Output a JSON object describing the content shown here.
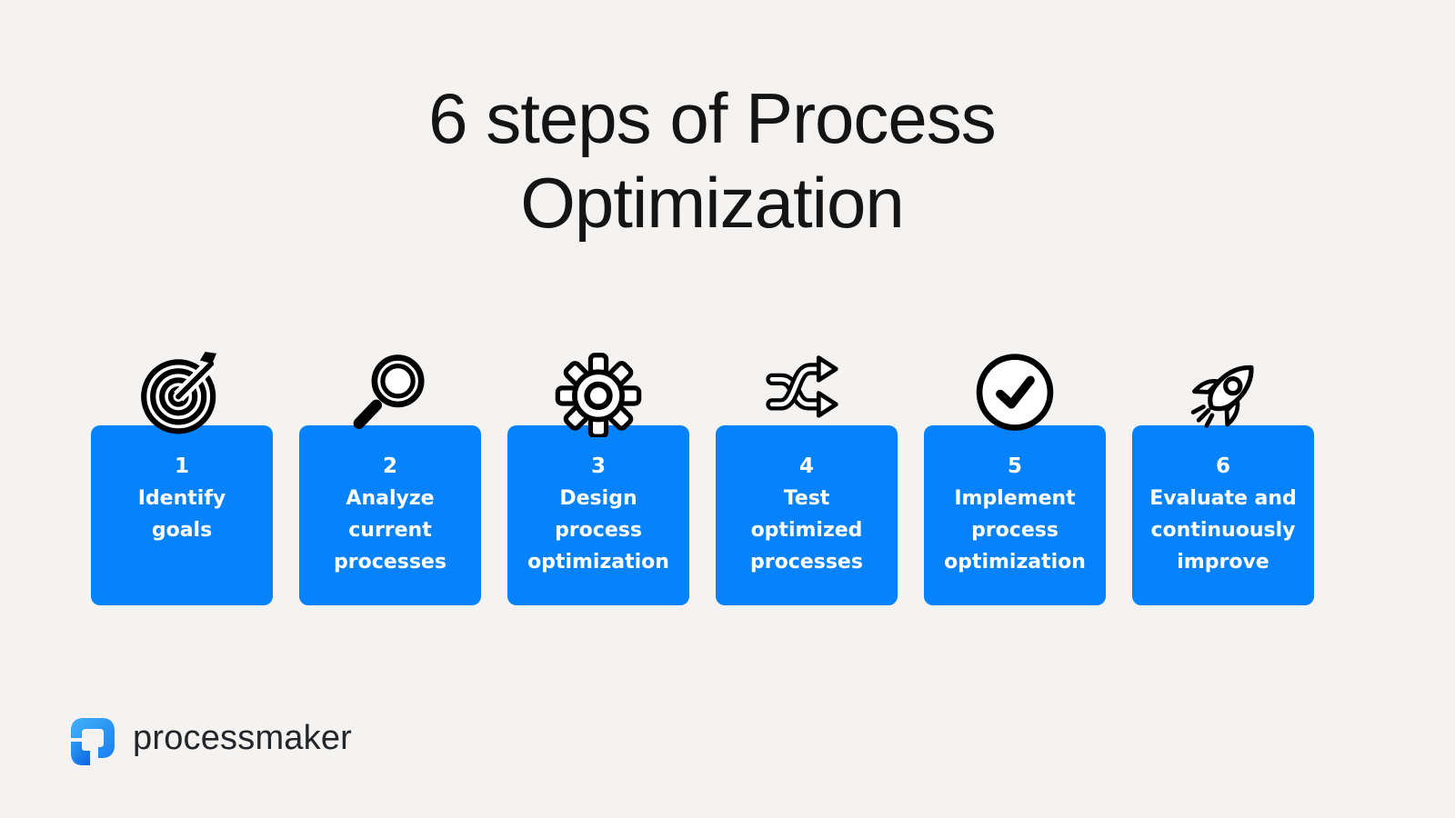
{
  "title": {
    "line1": "6 steps of Process",
    "line2": "Optimization"
  },
  "steps": [
    {
      "number": "1",
      "label": "Identify\ngoals",
      "icon": "target-icon"
    },
    {
      "number": "2",
      "label": "Analyze\ncurrent\nprocesses",
      "icon": "magnifier-icon"
    },
    {
      "number": "3",
      "label": "Design\nprocess\noptimization",
      "icon": "gear-icon"
    },
    {
      "number": "4",
      "label": "Test\noptimized\nprocesses",
      "icon": "shuffle-icon"
    },
    {
      "number": "5",
      "label": "Implement\nprocess\noptimization",
      "icon": "check-circle-icon"
    },
    {
      "number": "6",
      "label": "Evaluate and\ncontinuously\nimprove",
      "icon": "rocket-icon"
    }
  ],
  "branding": {
    "logo_text": "processmaker"
  },
  "colors": {
    "background": "#F4F3F1",
    "card_blue": "#0682FC",
    "card_text": "#FFFFFF",
    "title_text": "#141414",
    "icon_stroke": "#000000",
    "icon_fill": "#FFFFFF",
    "logo_blue_light": "#41B1F7",
    "logo_blue_dark": "#0E63E0",
    "logo_text_color": "#22262B"
  }
}
